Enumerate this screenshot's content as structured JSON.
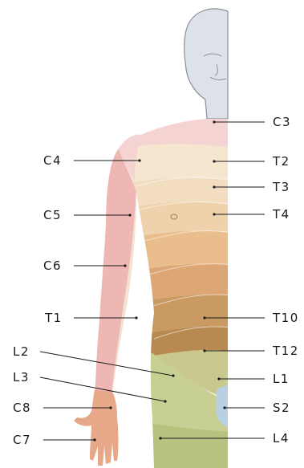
{
  "labels": {
    "c3": "C3",
    "c4": "C4",
    "t2": "T2",
    "t3": "T3",
    "c5": "C5",
    "t4": "T4",
    "c6": "C6",
    "t1": "T1",
    "t10": "T10",
    "l2": "L2",
    "t12": "T12",
    "l3": "L3",
    "l1": "L1",
    "c8": "C8",
    "s2": "S2",
    "c7": "C7",
    "l4": "L4"
  },
  "colors": {
    "head": "#dde1ea",
    "head_outline": "#8a9098",
    "c3_c4_zone": "#f4d3d2",
    "arm_radial": "#eeb7b3",
    "arm_ulnar": "#f3e2cf",
    "t2": "#f5e6d0",
    "t3": "#f2ddc0",
    "t4": "#efd2ab",
    "t6": "#e9bd8c",
    "t8": "#dca675",
    "t10": "#c99a62",
    "t12": "#b88a52",
    "l1": "#c9c98e",
    "l2_l3": "#c7cf92",
    "l4": "#b6c37e",
    "s2": "#b9cfe2",
    "hand": "#e6a888",
    "leader": "#1a1a1a"
  }
}
